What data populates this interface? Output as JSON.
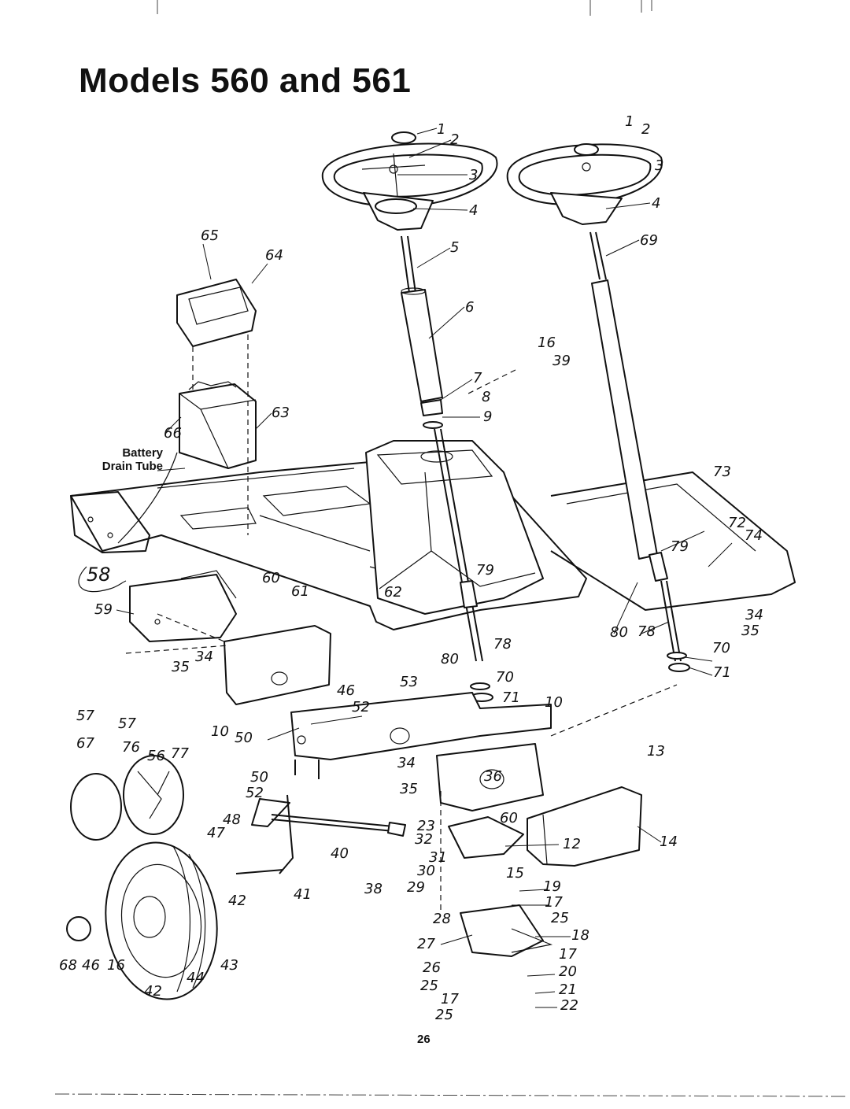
{
  "page": {
    "title": "Models 560 and 561",
    "page_number": "26",
    "battery_label_line1": "Battery",
    "battery_label_line2": "Drain Tube"
  },
  "callouts": [
    "1",
    "2",
    "3",
    "4",
    "1",
    "2",
    "3",
    "4",
    "5",
    "6",
    "7",
    "8",
    "9",
    "16",
    "39",
    "65",
    "64",
    "66",
    "63",
    "69",
    "73",
    "72",
    "74",
    "79",
    "79",
    "58",
    "59",
    "60",
    "61",
    "62",
    "80",
    "78",
    "80",
    "78",
    "34",
    "35",
    "70",
    "71",
    "35",
    "34",
    "57",
    "57",
    "46",
    "52",
    "53",
    "70",
    "71",
    "10",
    "10",
    "50",
    "67",
    "76",
    "56",
    "77",
    "50",
    "52",
    "34",
    "35",
    "36",
    "13",
    "48",
    "47",
    "40",
    "23",
    "32",
    "60",
    "12",
    "14",
    "31",
    "30",
    "15",
    "19",
    "41",
    "42",
    "38",
    "29",
    "17",
    "28",
    "25",
    "18",
    "27",
    "17",
    "26",
    "20",
    "25",
    "21",
    "17",
    "22",
    "25",
    "68",
    "46",
    "16",
    "44",
    "43",
    "42"
  ]
}
